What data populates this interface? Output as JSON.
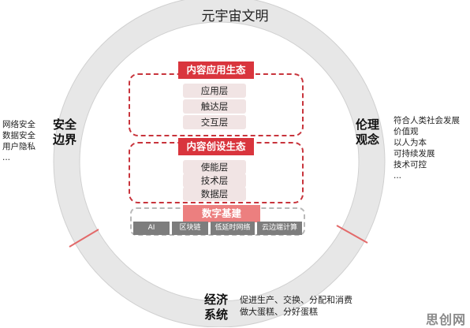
{
  "top_label": "元宇宙文明",
  "left_segment": {
    "label_lines": [
      "安全",
      "边界"
    ],
    "notes": [
      "网络安全",
      "数据安全",
      "用户隐私",
      "..."
    ]
  },
  "right_segment": {
    "label_lines": [
      "伦理",
      "观念"
    ],
    "notes": [
      "符合人类社会发展",
      "价值观",
      "以人为本",
      "可持续发展",
      "技术可控",
      "..."
    ]
  },
  "bottom_segment": {
    "label_lines": [
      "经济",
      "系统"
    ],
    "notes": [
      "促进生产、交换、分配和消费",
      "做大蛋糕、分好蛋糕"
    ]
  },
  "content_app_ecology": {
    "title": "内容应用生态",
    "layers": [
      "应用层",
      "触达层",
      "交互层"
    ]
  },
  "content_creation_ecology": {
    "title": "内容创设生态",
    "layers": [
      "使能层",
      "技术层",
      "数据层"
    ]
  },
  "digital_infrastructure": {
    "title": "数字基建",
    "items": [
      "AI",
      "区块链",
      "低延时网络",
      "云边端计算"
    ]
  },
  "watermark": "思创网",
  "colors": {
    "accent_red": "#d9353d",
    "light_red": "#ec7f7f",
    "ring_gray": "#e7e7e7",
    "base_gray": "#7d7d7d"
  }
}
